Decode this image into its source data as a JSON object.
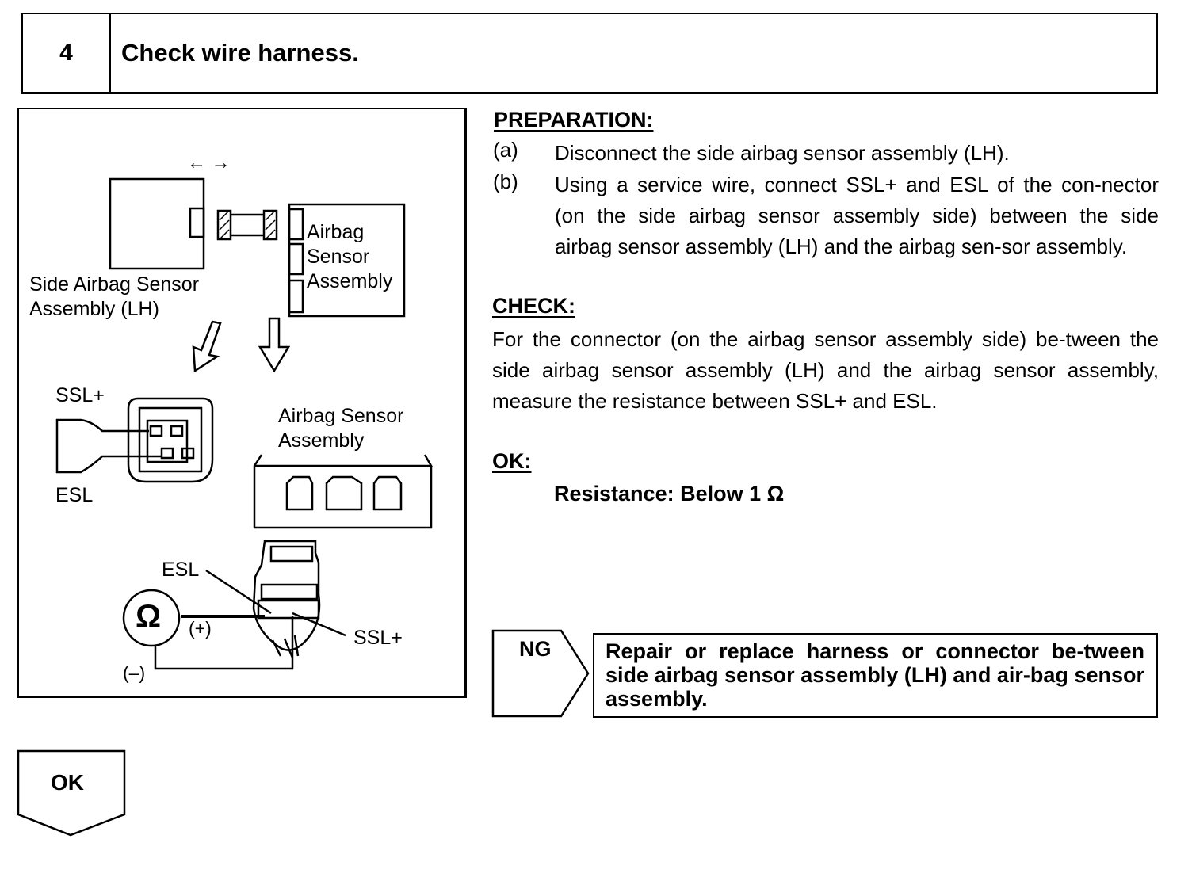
{
  "step": {
    "number": "4",
    "title": "Check wire harness."
  },
  "diagram": {
    "side_sensor_label": [
      "Side Airbag Sensor",
      "Assembly (LH)"
    ],
    "airbag_sensor_label_top": [
      "Airbag",
      "Sensor",
      "Assembly"
    ],
    "airbag_sensor_label_mid": [
      "Airbag Sensor",
      "Assembly"
    ],
    "ssl_plus_top": "SSL+",
    "esl_top": "ESL",
    "esl_bottom": "ESL",
    "ssl_plus_bottom": "SSL+",
    "plus_sign": "(+)",
    "minus_sign": "(–)",
    "ohm_symbol": "Ω",
    "arrows_symbol": "← →"
  },
  "preparation": {
    "heading": "PREPARATION:",
    "items": [
      {
        "letter": "(a)",
        "text": "Disconnect the side airbag sensor assembly (LH)."
      },
      {
        "letter": "(b)",
        "text": "Using a service wire, connect SSL+ and ESL of the con-nector (on the side airbag sensor assembly side) between the side airbag sensor assembly (LH) and the airbag sen-sor assembly."
      }
    ]
  },
  "check": {
    "heading": "CHECK:",
    "text": "For the connector (on the airbag sensor assembly side) be-tween the side airbag sensor assembly (LH) and the airbag sensor assembly, measure the resistance between SSL+ and ESL."
  },
  "ok_section": {
    "heading": "OK:",
    "result": "Resistance: Below 1 Ω"
  },
  "ng": {
    "label": "NG",
    "text": "Repair or replace harness or connector be-tween side airbag sensor assembly (LH) and air-bag sensor assembly."
  },
  "ok_button": {
    "label": "OK"
  }
}
